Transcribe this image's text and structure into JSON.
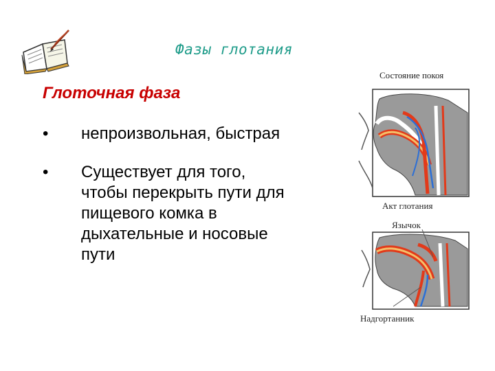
{
  "slide": {
    "title": "Фазы глотания",
    "subtitle": "Глоточная фаза",
    "bullets": [
      {
        "marker": "•",
        "lines": [
          "непроизвольная, быстрая"
        ]
      },
      {
        "marker": "•",
        "lines": [
          "Существует для того,",
          "чтобы перекрыть пути для",
          "пищевого комка в",
          "дыхательные и носовые",
          "пути"
        ]
      }
    ]
  },
  "figure": {
    "caption_rest": "Состояние покоя",
    "caption_act": "Акт глотания",
    "caption_uvula": "Язычок",
    "caption_epiglottis": "Надгортанник"
  },
  "colors": {
    "title": "#1f9c8a",
    "subtitle": "#c80000",
    "tissue": "#9a9a9a",
    "food": "#e23a1a",
    "air": "#2c6fd6"
  },
  "icons": [
    "book-pen-icon"
  ]
}
